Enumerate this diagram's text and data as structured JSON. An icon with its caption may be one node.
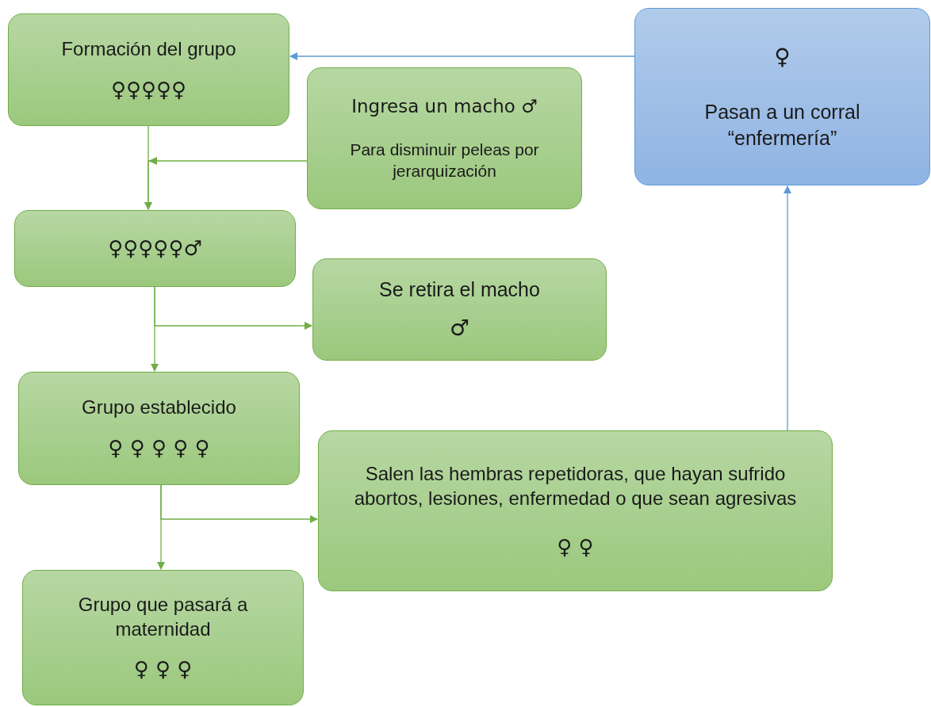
{
  "diagram": {
    "nodes": [
      {
        "text": [
          "Formación del grupo",
          "♀♀♀♀♀"
        ]
      },
      {
        "text": [
          "♀",
          "Pasan a un corral “enfermería”"
        ]
      },
      {
        "text": [
          "Ingresa un macho ♂",
          "Para disminuir peleas por jerarquización"
        ]
      },
      {
        "text": [
          "♀♀♀♀♀♂"
        ]
      },
      {
        "text": [
          "Se retira el macho",
          "♂"
        ]
      },
      {
        "text": [
          "Grupo establecido",
          "♀ ♀ ♀ ♀ ♀"
        ]
      },
      {
        "text": [
          "Salen las hembras repetidoras, que hayan sufrido abortos, lesiones, enfermedad o que sean agresivas",
          "♀ ♀"
        ]
      },
      {
        "text": [
          "Grupo que pasará a maternidad",
          "♀ ♀ ♀"
        ]
      }
    ],
    "edges": [
      {
        "from": 1,
        "to": 0,
        "arrow": "to",
        "color": "#5b9bd5"
      },
      {
        "from": 0,
        "to": 3,
        "arrow": "to"
      },
      {
        "from": 2,
        "to": 3,
        "arrow": "to"
      },
      {
        "from": 3,
        "to": 5,
        "arrow": "to"
      },
      {
        "from": 3,
        "to": 4,
        "arrow": "to"
      },
      {
        "from": 5,
        "to": 7,
        "arrow": "to"
      },
      {
        "from": 5,
        "to": 6,
        "arrow": "to"
      },
      {
        "from": 6,
        "to": 1,
        "arrow": "to",
        "color": "#5b9bd5"
      }
    ]
  }
}
